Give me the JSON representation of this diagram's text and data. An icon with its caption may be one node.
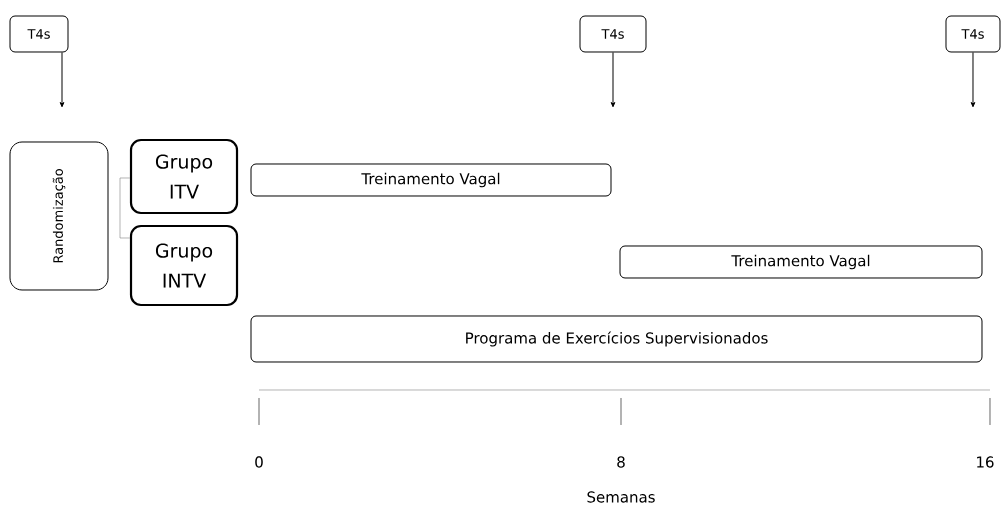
{
  "diagram": {
    "nodes": [
      {
        "text": [
          "T4s"
        ]
      },
      {
        "text": [
          "T4s"
        ]
      },
      {
        "text": [
          "T4s"
        ]
      },
      {
        "text": [
          "Randomização"
        ]
      },
      {
        "text": [
          "Grupo ITV"
        ]
      },
      {
        "text": [
          "Grupo INTV"
        ]
      },
      {
        "text": [
          "Treinamento Vagal"
        ]
      },
      {
        "text": [
          "Treinamento Vagal"
        ]
      },
      {
        "text": [
          "Programa de Exercícios Supervisionados"
        ]
      }
    ],
    "edges": [
      {
        "from": 0,
        "to": null,
        "arrow": "to"
      },
      {
        "from": 1,
        "to": null,
        "arrow": "to"
      },
      {
        "from": 2,
        "to": null,
        "arrow": "to"
      },
      {
        "from": 4,
        "to": 5,
        "arrow": "none",
        "color": "#808080"
      }
    ],
    "labels": [
      "0",
      "8",
      "16",
      "Semanas"
    ]
  }
}
